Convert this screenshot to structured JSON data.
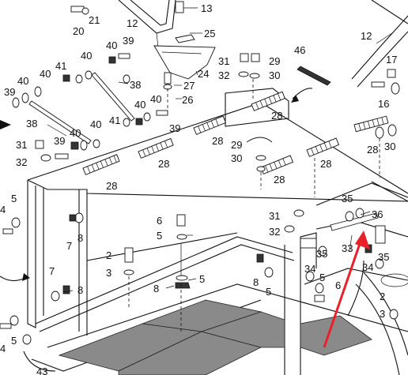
{
  "diagram": {
    "callouts": {
      "c20": "20",
      "c21": "21",
      "c12a": "12",
      "c13": "13",
      "c25": "25",
      "c24": "24",
      "c27": "27",
      "c26": "26",
      "c40a": "40",
      "c39a": "39",
      "c40b": "40",
      "c41a": "41",
      "c40c": "40",
      "c39b": "39",
      "c40d": "40",
      "c38a": "38",
      "c38b": "38",
      "c40e": "40",
      "c39c": "39",
      "c40f": "40",
      "c41b": "41",
      "c40g": "40",
      "c39d": "39",
      "c40h": "40",
      "c31a": "31",
      "c39e": "39",
      "c32a": "32",
      "c28a": "28",
      "c28b": "28",
      "c28c": "28",
      "c28d": "28",
      "c28e": "28",
      "c28f": "28",
      "c28g": "28",
      "c28h": "28",
      "c31b": "31",
      "c29a": "29",
      "c32b": "32",
      "c30a": "30",
      "c29b": "29",
      "c30b": "30",
      "c46": "46",
      "c12b": "12",
      "c17": "17",
      "c16": "16",
      "c30c": "30",
      "c6a": "6",
      "c5a": "5",
      "c2a": "2",
      "c3a": "3",
      "c8a": "8",
      "c5b": "5",
      "c35a": "35",
      "c36": "36",
      "c31c": "31",
      "c32c": "32",
      "c33": "33",
      "c35b": "35",
      "c35c": "35",
      "c34a": "34",
      "c34b": "34",
      "c5c": "5",
      "c6b": "6",
      "c2b": "2",
      "c3b": "3",
      "c8b": "8",
      "c5d": "5",
      "c4a": "4",
      "c5e": "5",
      "c8c": "8",
      "c7a": "7",
      "c7b": "7",
      "c8d": "8",
      "c4b": "4",
      "c5f": "5",
      "c43": "43"
    },
    "colors": {
      "arrow": "#e8212a",
      "line": "#111111",
      "screen": "#8a8a8a"
    }
  }
}
